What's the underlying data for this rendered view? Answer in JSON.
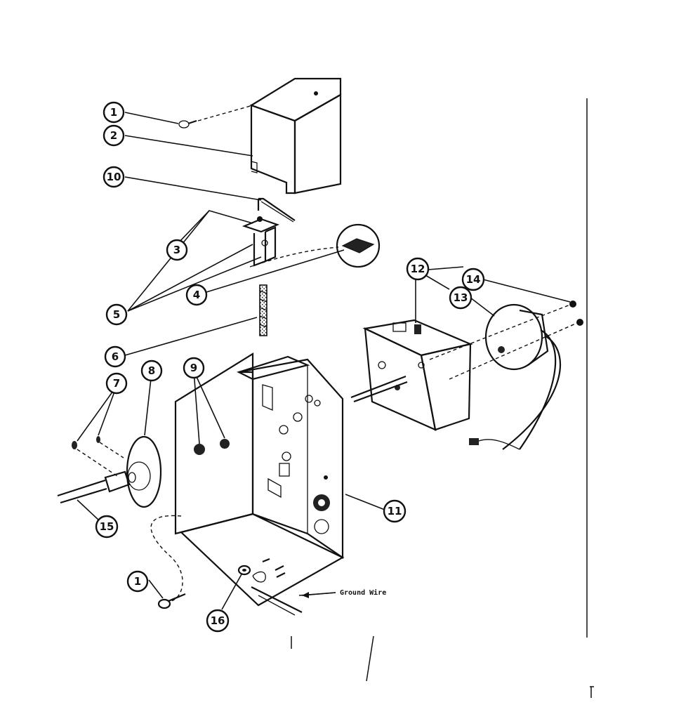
{
  "callouts": {
    "c1_top": "1",
    "c2": "2",
    "c10": "10",
    "c3": "3",
    "c4": "4",
    "c5": "5",
    "c6": "6",
    "c7": "7",
    "c8": "8",
    "c9": "9",
    "c11": "11",
    "c12": "12",
    "c13": "13",
    "c14": "14",
    "c15": "15",
    "c1_bottom": "1",
    "c16": "16"
  },
  "labels": {
    "ground_wire": "Ground Wire"
  }
}
